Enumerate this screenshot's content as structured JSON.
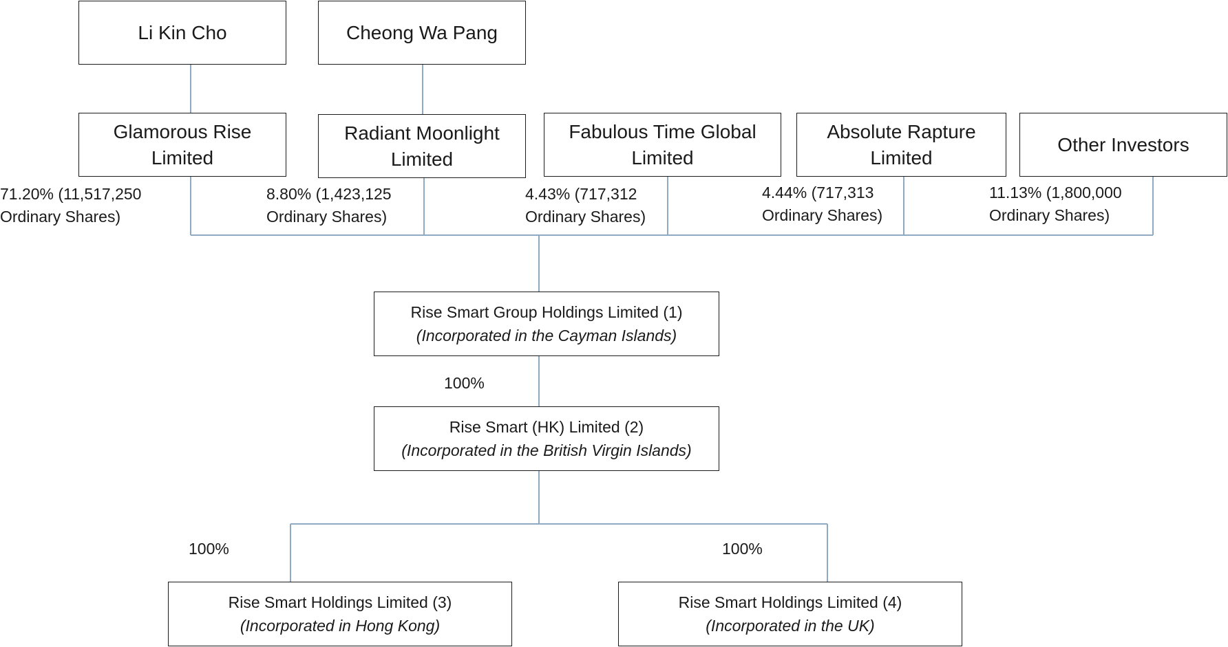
{
  "individuals": {
    "li_kin_cho": "Li Kin Cho",
    "cheong_wa_pang": "Cheong Wa Pang"
  },
  "shareholders": [
    {
      "name_line1": "Glamorous Rise",
      "name_line2": "Limited",
      "pct_line1": "71.20% (11,517,250",
      "pct_line2": "Ordinary Shares)"
    },
    {
      "name_line1": "Radiant Moonlight",
      "name_line2": "Limited",
      "pct_line1": "8.80% (1,423,125",
      "pct_line2": "Ordinary Shares)"
    },
    {
      "name_line1": "Fabulous Time Global",
      "name_line2": "Limited",
      "pct_line1": "4.43% (717,312",
      "pct_line2": "Ordinary Shares)"
    },
    {
      "name_line1": "Absolute Rapture",
      "name_line2": "Limited",
      "pct_line1": "4.44% (717,313",
      "pct_line2": "Ordinary Shares)"
    },
    {
      "name_line1": "Other Investors",
      "name_line2": "",
      "pct_line1": "11.13% (1,800,000",
      "pct_line2": "Ordinary Shares)"
    }
  ],
  "group": {
    "name": "Rise Smart Group Holdings Limited (1)",
    "incorporation": "(Incorporated in the Cayman Islands)"
  },
  "hk": {
    "name": "Rise Smart (HK) Limited (2)",
    "incorporation": "(Incorporated in the British Virgin Islands)",
    "ownership": "100%"
  },
  "subsidiaries": [
    {
      "name": "Rise Smart Holdings Limited (3)",
      "incorporation": "(Incorporated in Hong Kong)",
      "ownership": "100%"
    },
    {
      "name": "Rise Smart Holdings Limited (4)",
      "incorporation": "(Incorporated in the UK)",
      "ownership": "100%"
    }
  ],
  "colors": {
    "connector": "#8ea9c1",
    "border": "#1a1a1a"
  }
}
